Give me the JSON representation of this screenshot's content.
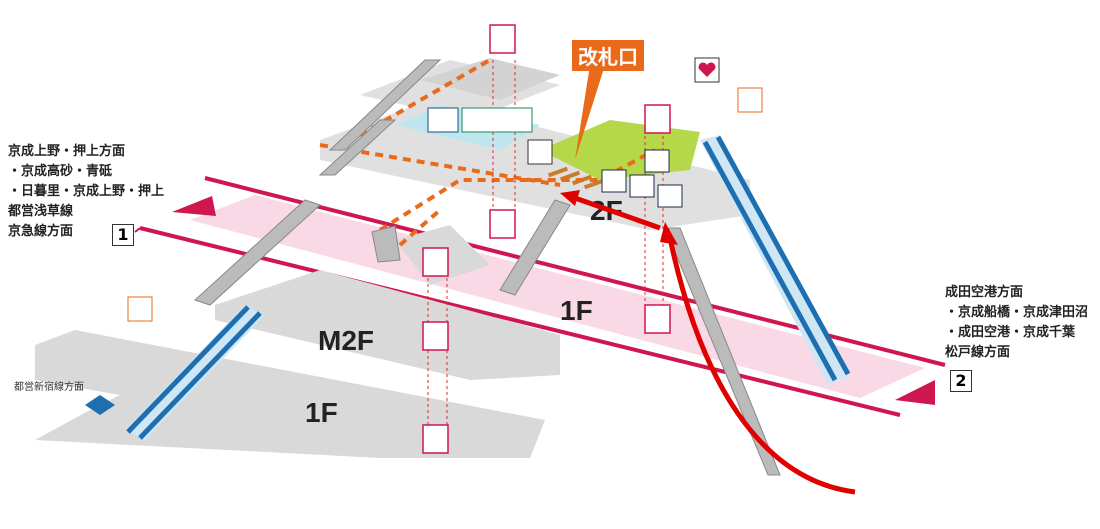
{
  "ticket_gate_label": "改札口",
  "floors": {
    "upper_concourse": "2F",
    "platform_level": "1F",
    "mezzanine": "M2F",
    "lower_level": "1F"
  },
  "platforms": [
    {
      "number": "1",
      "direction_lines": [
        "京成上野・押上方面",
        "・京成高砂・青砥",
        "・日暮里・京成上野・押上",
        "都営浅草線",
        "京急線方面"
      ]
    },
    {
      "number": "2",
      "direction_lines": [
        "成田空港方面",
        "・京成船橋・京成津田沼",
        "・成田空港・京成千葉",
        "松戸線方面"
      ]
    }
  ],
  "connection_label": "都営新宿線方面",
  "colors": {
    "accent": "#ea6a1b",
    "track": "#d0164f",
    "platform": "#f9d9e6",
    "gate_area": "#b5d84a",
    "toilet_area": "#bfe6ee",
    "escalator": "#1d6fb0",
    "route_arrow": "#e00000"
  }
}
